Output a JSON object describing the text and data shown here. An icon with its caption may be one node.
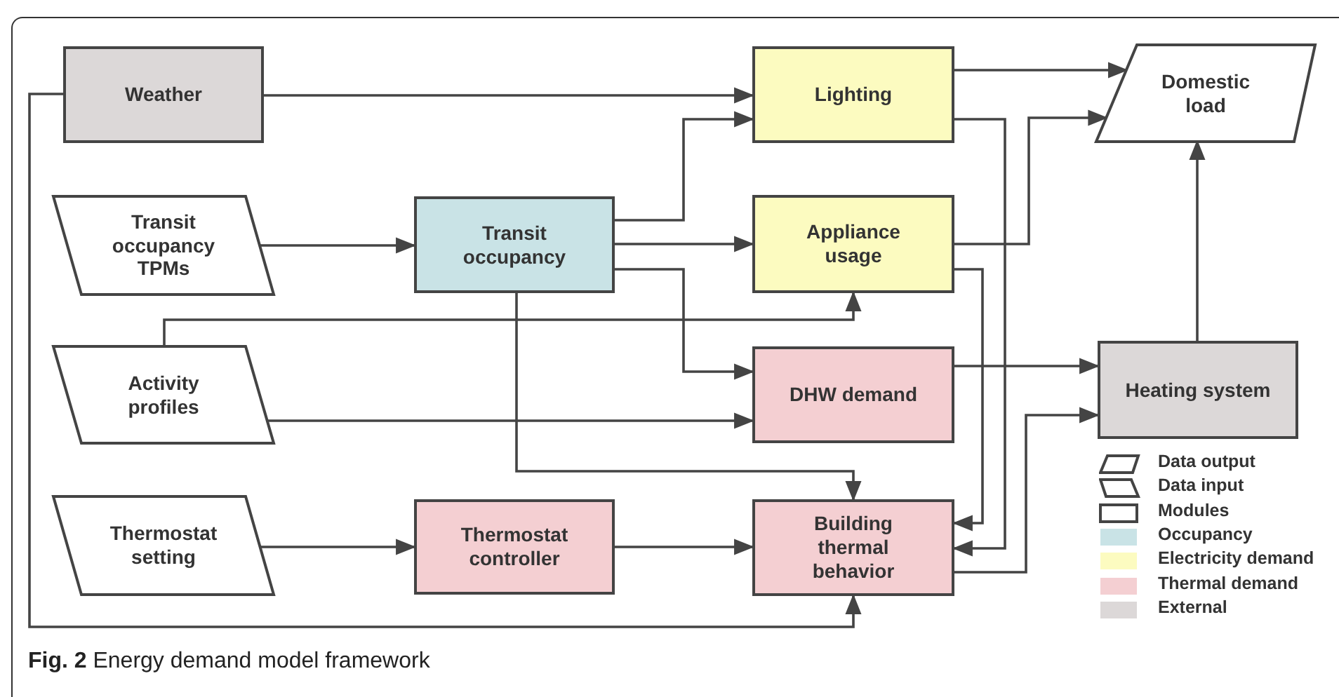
{
  "diagram": {
    "caption": "**Fig. 2** Energy demand model framework",
    "nodes": [
      {
        "text": [
          "Weather"
        ]
      },
      {
        "text": [
          "Transit occupancy TPMs"
        ]
      },
      {
        "text": [
          "Transit occupancy"
        ]
      },
      {
        "text": [
          "Activity profiles"
        ]
      },
      {
        "text": [
          "Thermostat setting"
        ]
      },
      {
        "text": [
          "Thermostat controller"
        ]
      },
      {
        "text": [
          "Lighting"
        ]
      },
      {
        "text": [
          "Appliance usage"
        ]
      },
      {
        "text": [
          "DHW demand"
        ]
      },
      {
        "text": [
          "Building thermal behavior"
        ]
      },
      {
        "text": [
          "Domestic load"
        ]
      },
      {
        "text": [
          "Heating system"
        ]
      }
    ],
    "edges": [
      {
        "from": 0,
        "to": 6,
        "arrow": "to"
      },
      {
        "from": 0,
        "to": 9,
        "arrow": "to"
      },
      {
        "from": 1,
        "to": 2,
        "arrow": "to"
      },
      {
        "from": 2,
        "to": 6,
        "arrow": "to"
      },
      {
        "from": 2,
        "to": 7,
        "arrow": "to"
      },
      {
        "from": 2,
        "to": 8,
        "arrow": "to"
      },
      {
        "from": 2,
        "to": 9,
        "arrow": "to"
      },
      {
        "from": 3,
        "to": 7,
        "arrow": "to"
      },
      {
        "from": 3,
        "to": 8,
        "arrow": "to"
      },
      {
        "from": 4,
        "to": 5,
        "arrow": "to"
      },
      {
        "from": 5,
        "to": 9,
        "arrow": "to"
      },
      {
        "from": 6,
        "to": 10,
        "arrow": "to"
      },
      {
        "from": 7,
        "to": 10,
        "arrow": "to"
      },
      {
        "from": 6,
        "to": 9,
        "arrow": "to"
      },
      {
        "from": 7,
        "to": 9,
        "arrow": "to"
      },
      {
        "from": 8,
        "to": 11,
        "arrow": "to"
      },
      {
        "from": 9,
        "to": 11,
        "arrow": "to"
      },
      {
        "from": 11,
        "to": 10,
        "arrow": "to"
      }
    ],
    "legend": [
      {
        "text": "Data output"
      },
      {
        "text": "Data input"
      },
      {
        "text": "Modules"
      },
      {
        "text": "Occupancy",
        "color": "#c9e3e6"
      },
      {
        "text": "Electricity demand",
        "color": "#fcfbc0"
      },
      {
        "text": "Thermal demand",
        "color": "#f4cfd2"
      },
      {
        "text": "External",
        "color": "#dcd8d8"
      }
    ]
  }
}
